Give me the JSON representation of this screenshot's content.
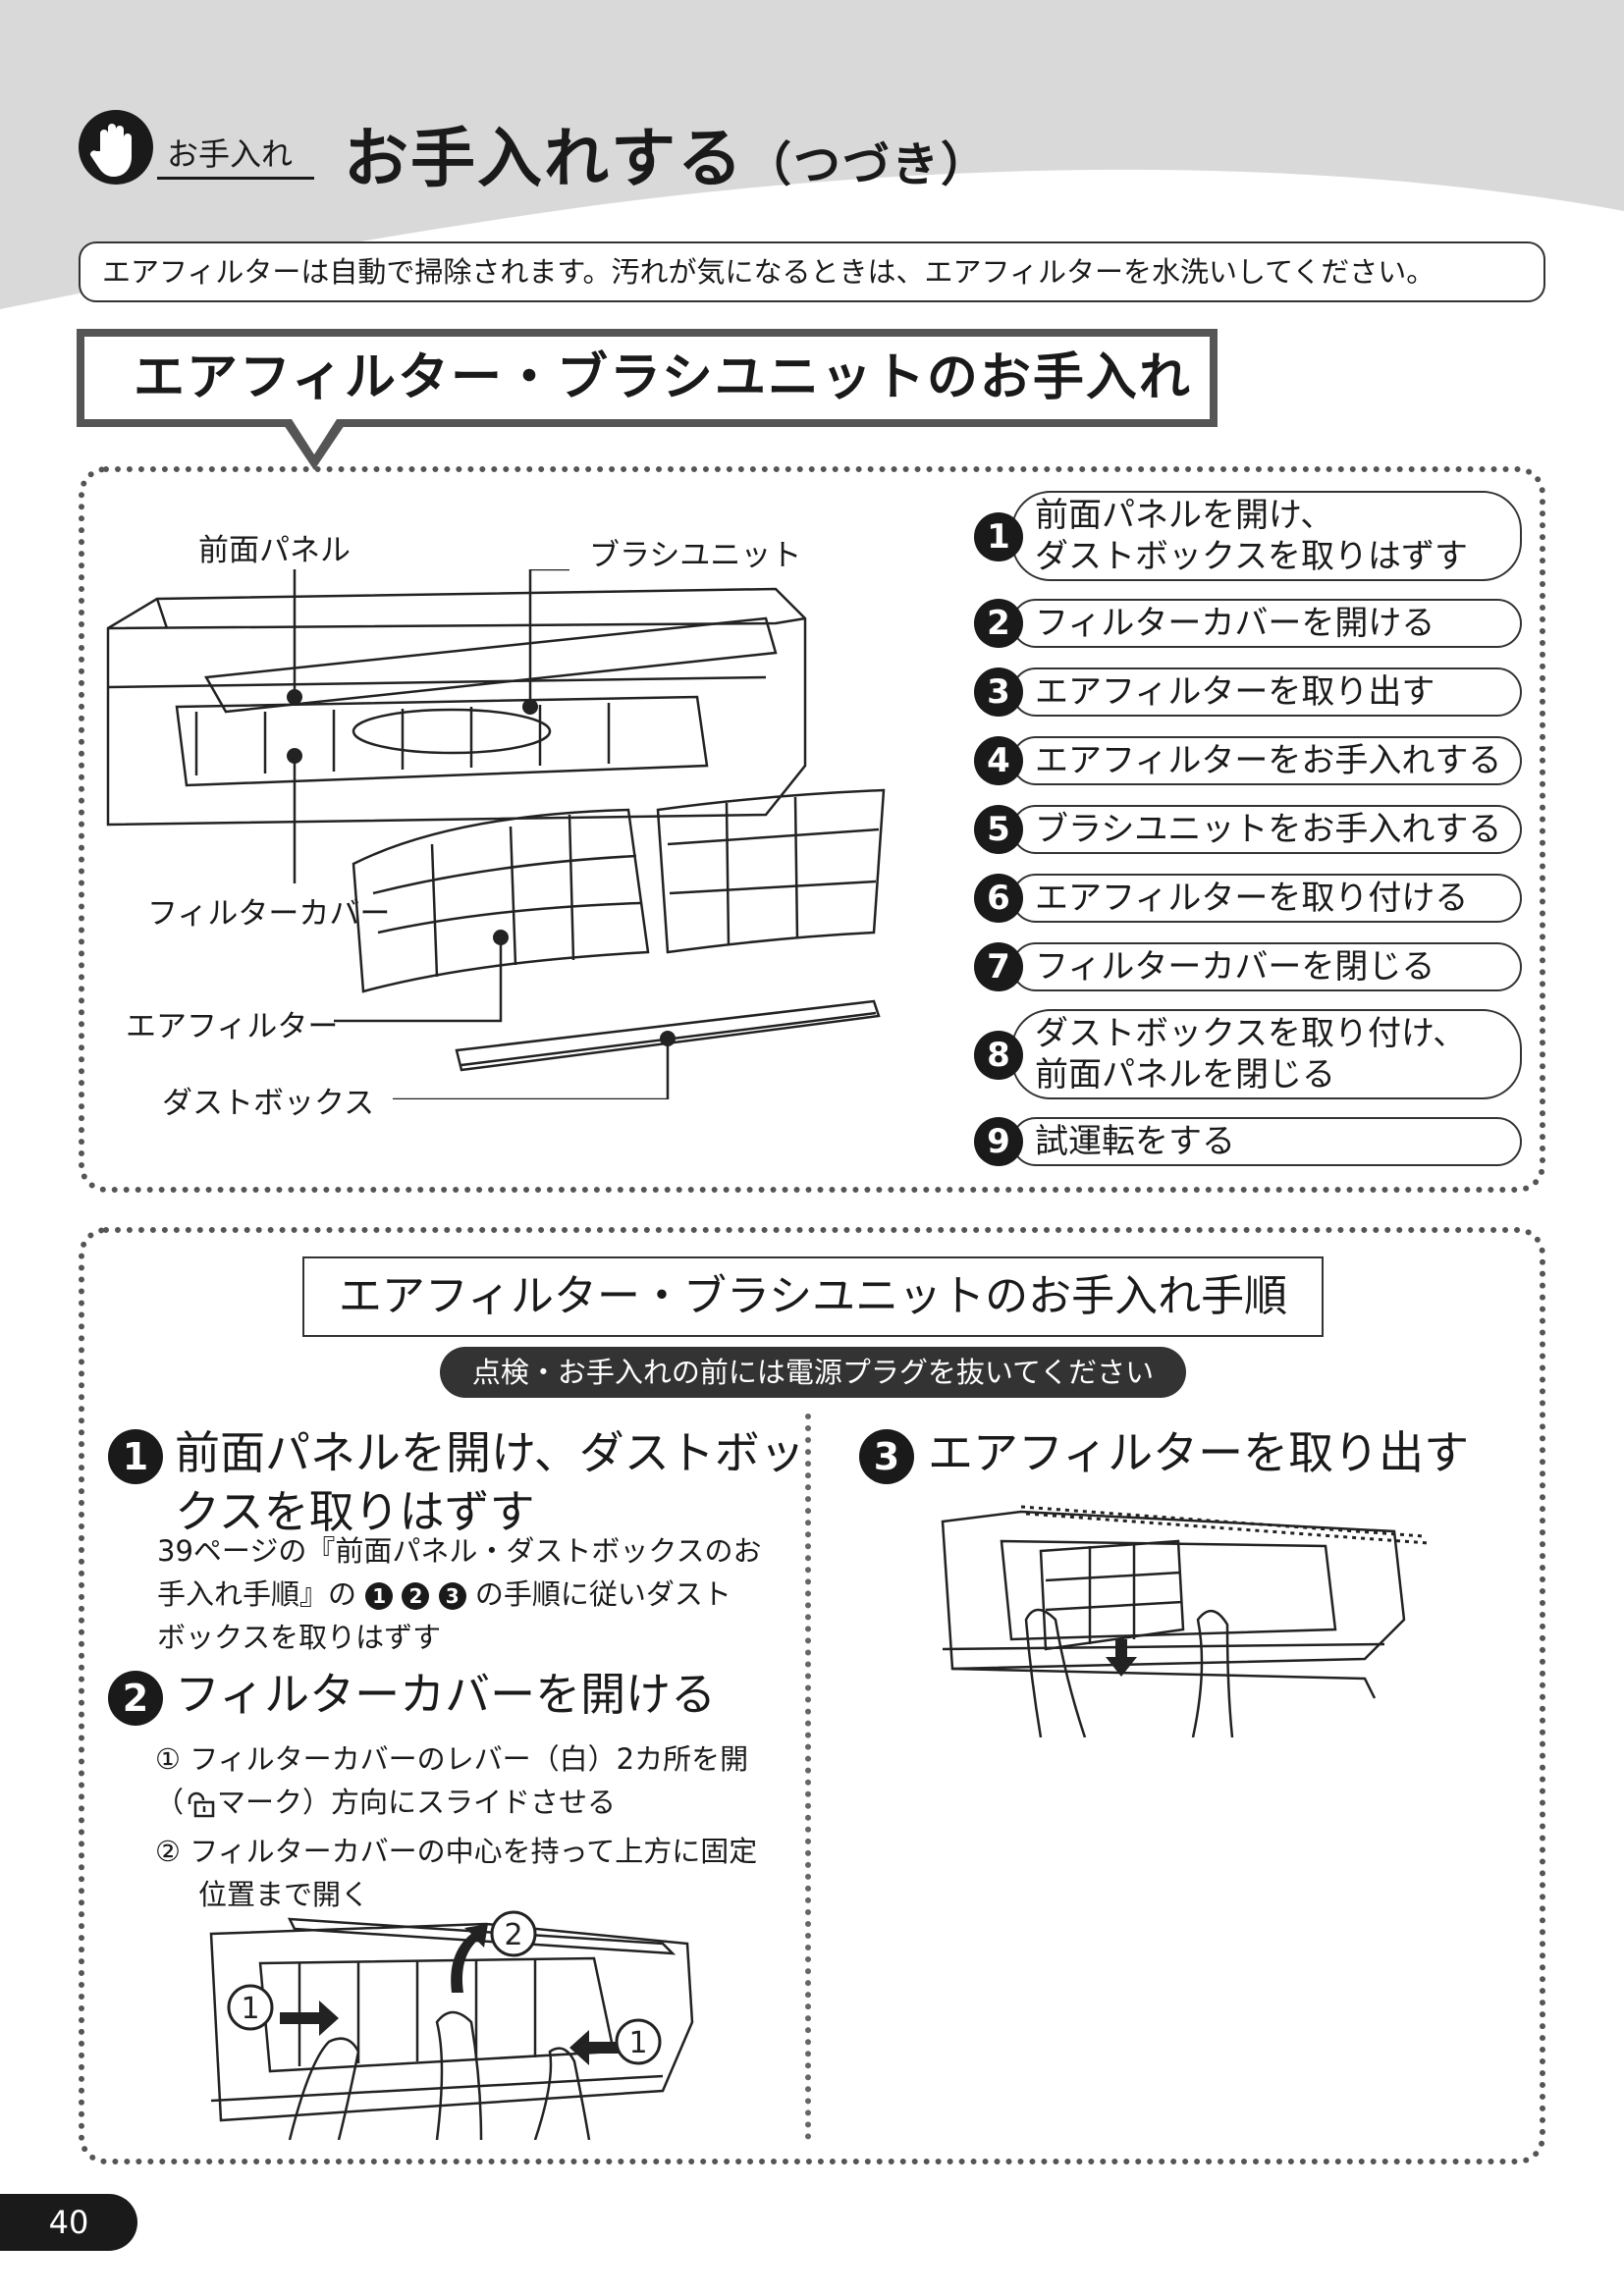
{
  "header": {
    "section_tag": "お手入れ",
    "title": "お手入れする",
    "title_suffix": "（つづき）"
  },
  "notice": "エアフィルターは自動で掃除されます。汚れが気になるときは、エアフィルターを水洗いしてください。",
  "overview": {
    "heading": "エアフィルター・ブラシユニットのお手入れ",
    "labels": {
      "front_panel": "前面パネル",
      "brush_unit": "ブラシユニット",
      "filter_cover": "フィルターカバー",
      "air_filter": "エアフィルター",
      "dust_box": "ダストボックス"
    },
    "steps": [
      {
        "num": "1",
        "text_line1": "前面パネルを開け、",
        "text_line2": "ダストボックスを取りはずす"
      },
      {
        "num": "2",
        "text_line1": "フィルターカバーを開ける"
      },
      {
        "num": "3",
        "text_line1": "エアフィルターを取り出す"
      },
      {
        "num": "4",
        "text_line1": "エアフィルターをお手入れする"
      },
      {
        "num": "5",
        "text_line1": "ブラシユニットをお手入れする"
      },
      {
        "num": "6",
        "text_line1": "エアフィルターを取り付ける"
      },
      {
        "num": "7",
        "text_line1": "フィルターカバーを閉じる"
      },
      {
        "num": "8",
        "text_line1": "ダストボックスを取り付け、",
        "text_line2": "前面パネルを閉じる"
      },
      {
        "num": "9",
        "text_line1": "試運転をする"
      }
    ]
  },
  "procedure": {
    "title": "エアフィルター・ブラシユニットのお手入れ手順",
    "warning": "点検・お手入れの前には電源プラグを抜いてください",
    "step1": {
      "num": "1",
      "heading_line1": "前面パネルを開け、ダストボッ",
      "heading_line2": "クスを取りはずす",
      "body_line1": "39ページの『前面パネル・ダストボックスのお",
      "body_line2a": "手入れ手順』の",
      "body_nums": [
        "1",
        "2",
        "3"
      ],
      "body_line2b": "の手順に従いダスト",
      "body_line3": "ボックスを取りはずす"
    },
    "step2": {
      "num": "2",
      "heading": "フィルターカバーを開ける",
      "sub1_mark": "①",
      "sub1_line1": "フィルターカバーのレバー（白）2カ所を開",
      "sub1_line2a": "（",
      "sub1_line2b": "マーク）方向にスライドさせる",
      "sub2_mark": "②",
      "sub2_line1": "フィルターカバーの中心を持って上方に固定",
      "sub2_line2": "位置まで開く",
      "fig_marks": [
        "1",
        "2",
        "1"
      ]
    },
    "step3": {
      "num": "3",
      "heading": "エアフィルターを取り出す"
    }
  },
  "page_number": "40"
}
